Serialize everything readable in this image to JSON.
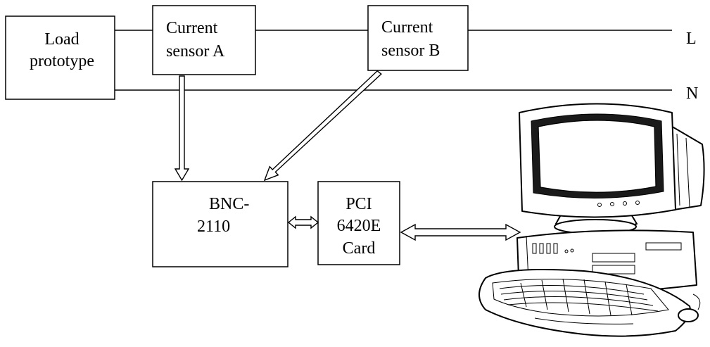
{
  "blocks": {
    "load": [
      "Load",
      "prototype"
    ],
    "sensor_a": [
      "Current",
      "sensor A"
    ],
    "sensor_b": [
      "Current",
      "sensor B"
    ],
    "bnc": [
      "BNC-",
      "2110"
    ],
    "pci": [
      "PCI",
      "6420E",
      "Card"
    ]
  },
  "lines": {
    "live": "L",
    "neutral": "N"
  },
  "icons": {
    "computer": "desktop-computer-icon"
  }
}
